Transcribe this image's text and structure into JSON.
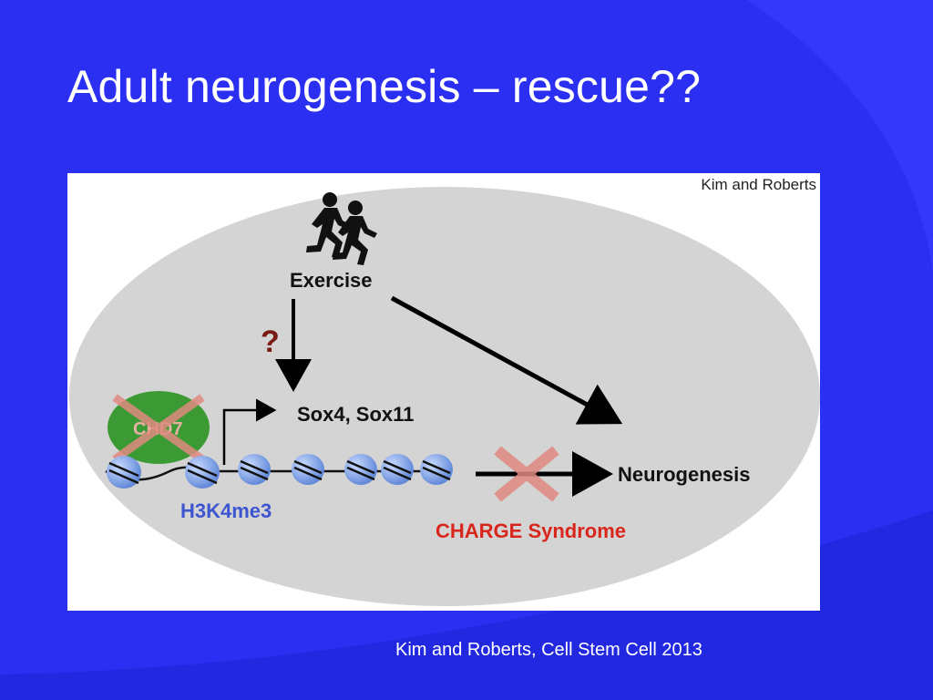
{
  "slide": {
    "title": "Adult neurogenesis – rescue??",
    "citation": "Kim and Roberts, Cell Stem Cell 2013"
  },
  "figure": {
    "credit": "Kim and Roberts",
    "exercise_label": "Exercise",
    "question_mark": "?",
    "genes_label": "Sox4, Sox11",
    "chd7_label": "CHD7",
    "h3k4me3_label": "H3K4me3",
    "neurogenesis_label": "Neurogenesis",
    "syndrome_label": "CHARGE Syndrome",
    "icons": [
      "runners-icon",
      "nucleosome-icon",
      "cross-icon"
    ],
    "colors": {
      "background": "#2a2ff2",
      "oval": "#d4d4d4",
      "chd7": "#3c9a35",
      "cross": "#e08a80",
      "nucleosome": "#7fa3e6",
      "question_mark": "#7a1a14",
      "h3k4me3": "#3d55d0",
      "syndrome": "#d9261c"
    }
  }
}
